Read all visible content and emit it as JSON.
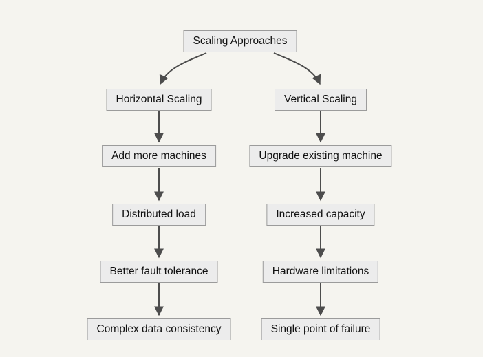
{
  "diagram": {
    "type": "flowchart",
    "direction": "top-down"
  },
  "nodes": {
    "root": {
      "label": "Scaling Approaches"
    },
    "h1": {
      "label": "Horizontal Scaling"
    },
    "h2": {
      "label": "Add more machines"
    },
    "h3": {
      "label": "Distributed load"
    },
    "h4": {
      "label": "Better fault tolerance"
    },
    "h5": {
      "label": "Complex data consistency"
    },
    "v1": {
      "label": "Vertical Scaling"
    },
    "v2": {
      "label": "Upgrade existing machine"
    },
    "v3": {
      "label": "Increased capacity"
    },
    "v4": {
      "label": "Hardware limitations"
    },
    "v5": {
      "label": "Single point of failure"
    }
  },
  "edges": [
    {
      "from": "Scaling Approaches",
      "to": "Horizontal Scaling"
    },
    {
      "from": "Scaling Approaches",
      "to": "Vertical Scaling"
    },
    {
      "from": "Horizontal Scaling",
      "to": "Add more machines"
    },
    {
      "from": "Add more machines",
      "to": "Distributed load"
    },
    {
      "from": "Distributed load",
      "to": "Better fault tolerance"
    },
    {
      "from": "Better fault tolerance",
      "to": "Complex data consistency"
    },
    {
      "from": "Vertical Scaling",
      "to": "Upgrade existing machine"
    },
    {
      "from": "Upgrade existing machine",
      "to": "Increased capacity"
    },
    {
      "from": "Increased capacity",
      "to": "Hardware limitations"
    },
    {
      "from": "Hardware limitations",
      "to": "Single point of failure"
    }
  ],
  "colors": {
    "background": "#f5f4ef",
    "node_fill": "#ececec",
    "node_border": "#9b9b9b",
    "edge": "#4d4d4d",
    "text": "#111111"
  }
}
